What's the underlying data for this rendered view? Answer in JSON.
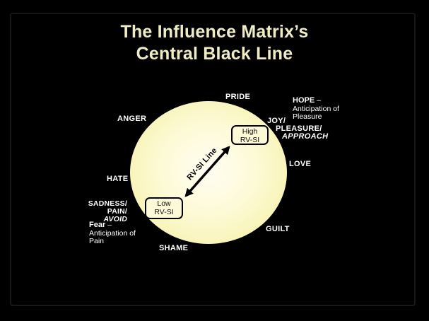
{
  "slide": {
    "title_line1": "The Influence Matrix’s",
    "title_line2": "Central Black Line"
  },
  "diagram": {
    "rvsi_line_label": "RV-SI Line",
    "high_box": {
      "line1": "High",
      "line2": "RV-SI"
    },
    "low_box": {
      "line1": "Low",
      "line2": "RV-SI"
    },
    "emotions": {
      "pride": "PRIDE",
      "anger": "ANGER",
      "hate": "HATE",
      "shame": "SHAME",
      "guilt": "GUILT",
      "love": "LOVE"
    },
    "joy_block": {
      "line1": "JOY/",
      "line2": "PLEASURE/",
      "line3": "APPROACH"
    },
    "hope_block": {
      "title": "HOPE",
      "dash": "–",
      "line2": "Anticipation of",
      "line3": "Pleasure"
    },
    "sadness_block": {
      "line1": "SADNESS/",
      "line2": "PAIN/",
      "line3": "AVOID"
    },
    "fear_block": {
      "title": "Fear",
      "dash": "–",
      "line2": "Anticipation of",
      "line3": "Pain"
    }
  },
  "colors": {
    "background": "#000000",
    "title_text": "#f0edc4",
    "label_text": "#ffffff",
    "circle_center": "#fffef2",
    "circle_edge": "#f3eda0",
    "arrow": "#000000"
  }
}
